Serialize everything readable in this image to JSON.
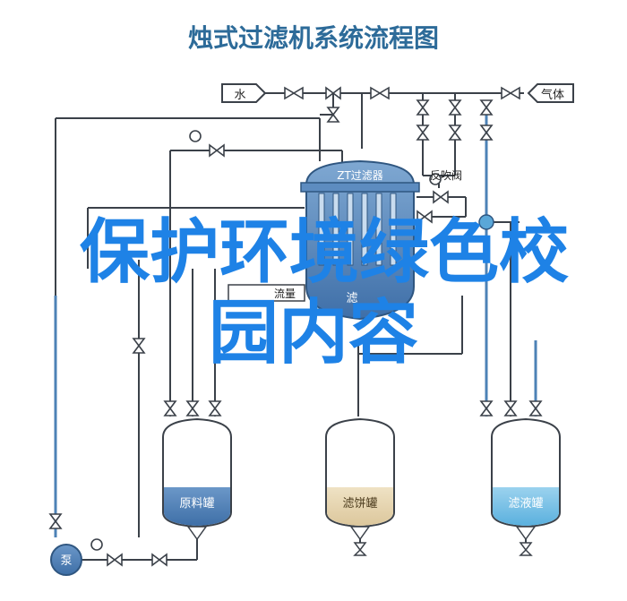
{
  "diagram": {
    "title": "烛式过滤机系统流程图",
    "inlet_water": "水",
    "inlet_gas": "气体",
    "filter_label": "ZT过滤器",
    "backwash_label": "反吹阀",
    "filtrate_label": "滤",
    "flow_label": "流量",
    "tank_raw": "原料罐",
    "tank_cake": "滤饼罐",
    "tank_filtrate": "滤液罐",
    "pump_label": "泵"
  },
  "overlay": {
    "line1": "保护环境绿色校",
    "line2": "园内容"
  },
  "colors": {
    "line": "#3b4149",
    "title": "#2d6b99",
    "vessel": "#4d82b6",
    "overlay": "#1e82e6",
    "highlight": "#5aa7d8"
  }
}
